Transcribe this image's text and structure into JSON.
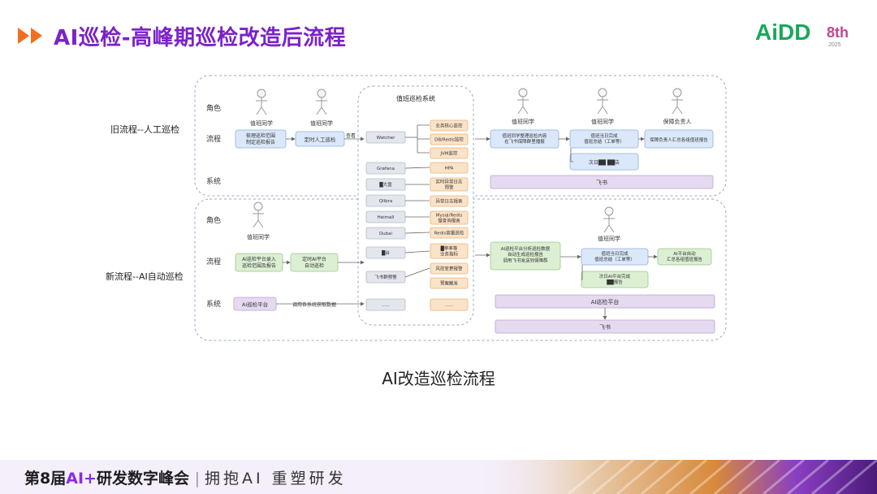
{
  "header": {
    "title": "AI巡检-高峰期巡检改造后流程",
    "logo_text": "AiDD",
    "logo_badge": "8th",
    "logo_year": "2025"
  },
  "diagram": {
    "old_label": "旧流程--人工巡检",
    "new_label": "新流程--AI自动巡检",
    "row_labels": {
      "role": "角色",
      "flow": "流程",
      "system": "系统"
    },
    "center_title": "值班巡检系统",
    "old": {
      "actor1": "值班同学",
      "actor2": "值班同学",
      "box1": "梳理巡检范围\n制定巡检报告",
      "box2": "定时人工巡检",
      "view": "查看",
      "right_actor1": "值班同学",
      "right_actor2": "值班同学",
      "right_actor3": "保障负责人",
      "right_box1": "值班同学整理巡检内容\n在飞书保障群里播报",
      "right_box2": "值班当日完成\n值班总结（工单等）",
      "right_box3": "保障负责人汇总各组值班报告",
      "right_box4": "次日██   ██告",
      "system_bar": "飞书"
    },
    "center": {
      "left": [
        "Watcher",
        "Grafana",
        "█大盘",
        "Qlibra",
        "Heimall",
        "Dubai",
        "█台",
        "飞书群预警",
        "......"
      ],
      "right": [
        "业务核心监控",
        "DB/Redis监控",
        "JVM监控",
        "HPA",
        "实时异常日志\n预警",
        "异常日志报表",
        "Mysql/Redis\n慢查询报表",
        "Redis容量巡检",
        "█单率等\n业务指标",
        "风控变更报警",
        "预案触发",
        "......"
      ]
    },
    "new": {
      "actor1": "值班同学",
      "actor2": "值班同学",
      "box1": "AI巡检平台录入\n巡检范围及报告",
      "box2": "定时AI平台\n自动巡检",
      "system_box": "AI巡检平台",
      "system_note": "调用各系统获取数据",
      "right_box1": "AI巡检平台分析巡检数据\n自动生成巡检报告\n调用飞书发送到保障群",
      "right_box2": "值班当日完成\n值班总结（工单等）",
      "right_box3": "AI平台自动\n汇总各组值班报告",
      "right_box4": "次日AI平台完成\n██报告",
      "system_bar1": "AI巡检平台",
      "system_bar2": "飞书"
    }
  },
  "caption": "AI改造巡检流程",
  "footer": {
    "prefix": "第8届",
    "ai": "AI+",
    "suffix": "研发数字峰会",
    "slogan": "拥抱AI 重塑研发"
  },
  "colors": {
    "title": "#7b22c8",
    "arrow": "#f26f1f",
    "blue_box": "#dbe8fa",
    "orange_box": "#fbe3c8",
    "green_box": "#dcefd3",
    "purple_bar": "#e5daf0"
  }
}
